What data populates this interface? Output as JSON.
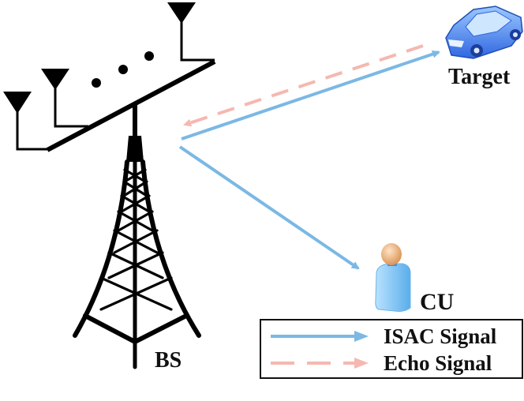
{
  "diagram": {
    "nodes": {
      "bs": {
        "label": "BS"
      },
      "target": {
        "label": "Target"
      },
      "cu": {
        "label": "CU"
      }
    },
    "links": [
      {
        "from": "BS",
        "to": "Target",
        "type": "ISAC Signal"
      },
      {
        "from": "Target",
        "to": "BS",
        "type": "Echo Signal"
      },
      {
        "from": "BS",
        "to": "CU",
        "type": "ISAC Signal"
      }
    ],
    "colors": {
      "isac": "#7bb8e4",
      "echo": "#f5b8b0",
      "structure": "#000000"
    }
  },
  "legend": {
    "items": [
      {
        "label": "ISAC Signal",
        "style": "solid"
      },
      {
        "label": "Echo Signal",
        "style": "dashed"
      }
    ]
  }
}
